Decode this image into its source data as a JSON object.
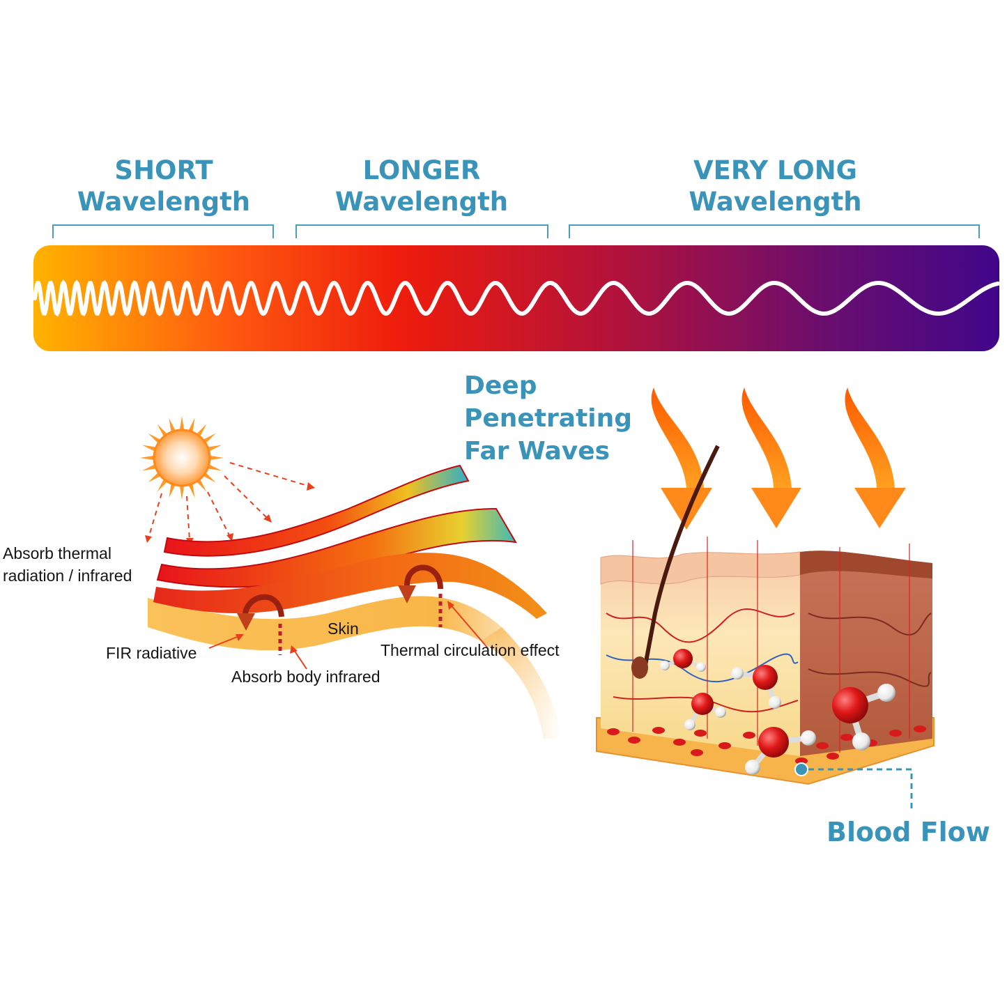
{
  "spectrum": {
    "short": {
      "line1": "SHORT",
      "line2": "Wavelength"
    },
    "longer": {
      "line1": "LONGER",
      "line2": "Wavelength"
    },
    "very_long": {
      "line1": "VERY LONG",
      "line2": "Wavelength"
    },
    "gradient_colors": [
      "#ffb300",
      "#ff5a10",
      "#ee1c0c",
      "#b3123a",
      "#6a0e6e",
      "#40068a"
    ]
  },
  "deep_waves": {
    "line1": "Deep",
    "line2": "Penetrating",
    "line3": "Far Waves"
  },
  "left_diagram": {
    "absorb_thermal_1": "Absorb thermal",
    "absorb_thermal_2": "radiation / infrared",
    "skin": "Skin",
    "fir_radiative": "FIR radiative",
    "absorb_body": "Absorb body infrared",
    "thermal_circulation": "Thermal circulation effect"
  },
  "blood_flow": "Blood Flow",
  "colors": {
    "accent_blue": "#3a93b8",
    "heat_orange": "#ff8a1a",
    "molecule_red": "#d81a1a"
  },
  "icons": [
    "sun-icon",
    "heat-arrow-icon",
    "water-molecule-icon"
  ]
}
